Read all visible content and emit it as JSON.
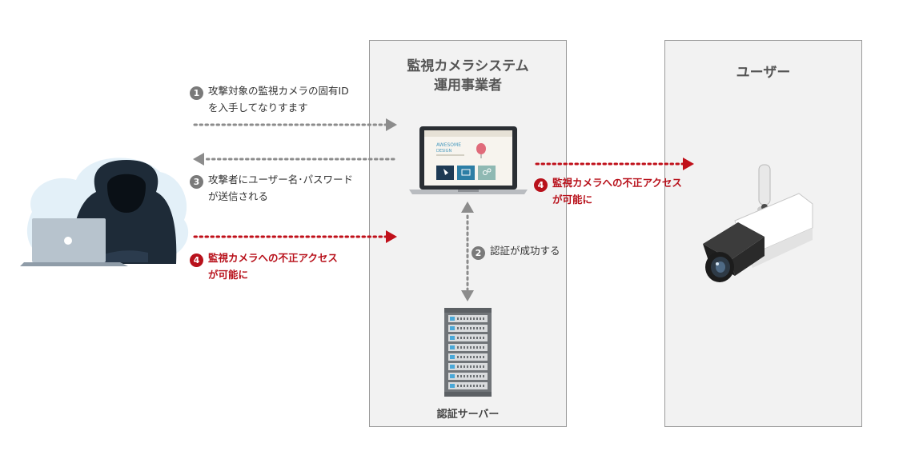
{
  "operator_panel": {
    "title_line1": "監視カメラシステム",
    "title_line2": "運用事業者"
  },
  "user_panel": {
    "title": "ユーザー"
  },
  "steps": {
    "step1": {
      "num": "1",
      "line1": "攻撃対象の監視カメラの固有ID",
      "line2": "を入手してなりすます"
    },
    "step2": {
      "num": "2",
      "line1": "認証が成功する"
    },
    "step3": {
      "num": "3",
      "line1": "攻撃者にユーザー名･パスワード",
      "line2": "が送信される"
    },
    "step4_left": {
      "num": "4",
      "line1": "監視カメラへの不正アクセス",
      "line2": "が可能に"
    },
    "step4_right": {
      "num": "4",
      "line1": "監視カメラへの不正アクセス",
      "line2": "が可能に"
    }
  },
  "server": {
    "label": "認証サーバー"
  },
  "laptop_screen": {
    "headline": "AWESOME",
    "subline": "DESIGN"
  },
  "colors": {
    "gray_arrow": "#8c8c8c",
    "red_arrow": "#c0101a",
    "panel_bg": "#f2f2f2",
    "hacker": "#1e2b38"
  },
  "icons": [
    "hacker-icon",
    "laptop-icon",
    "server-icon",
    "security-camera-icon"
  ]
}
